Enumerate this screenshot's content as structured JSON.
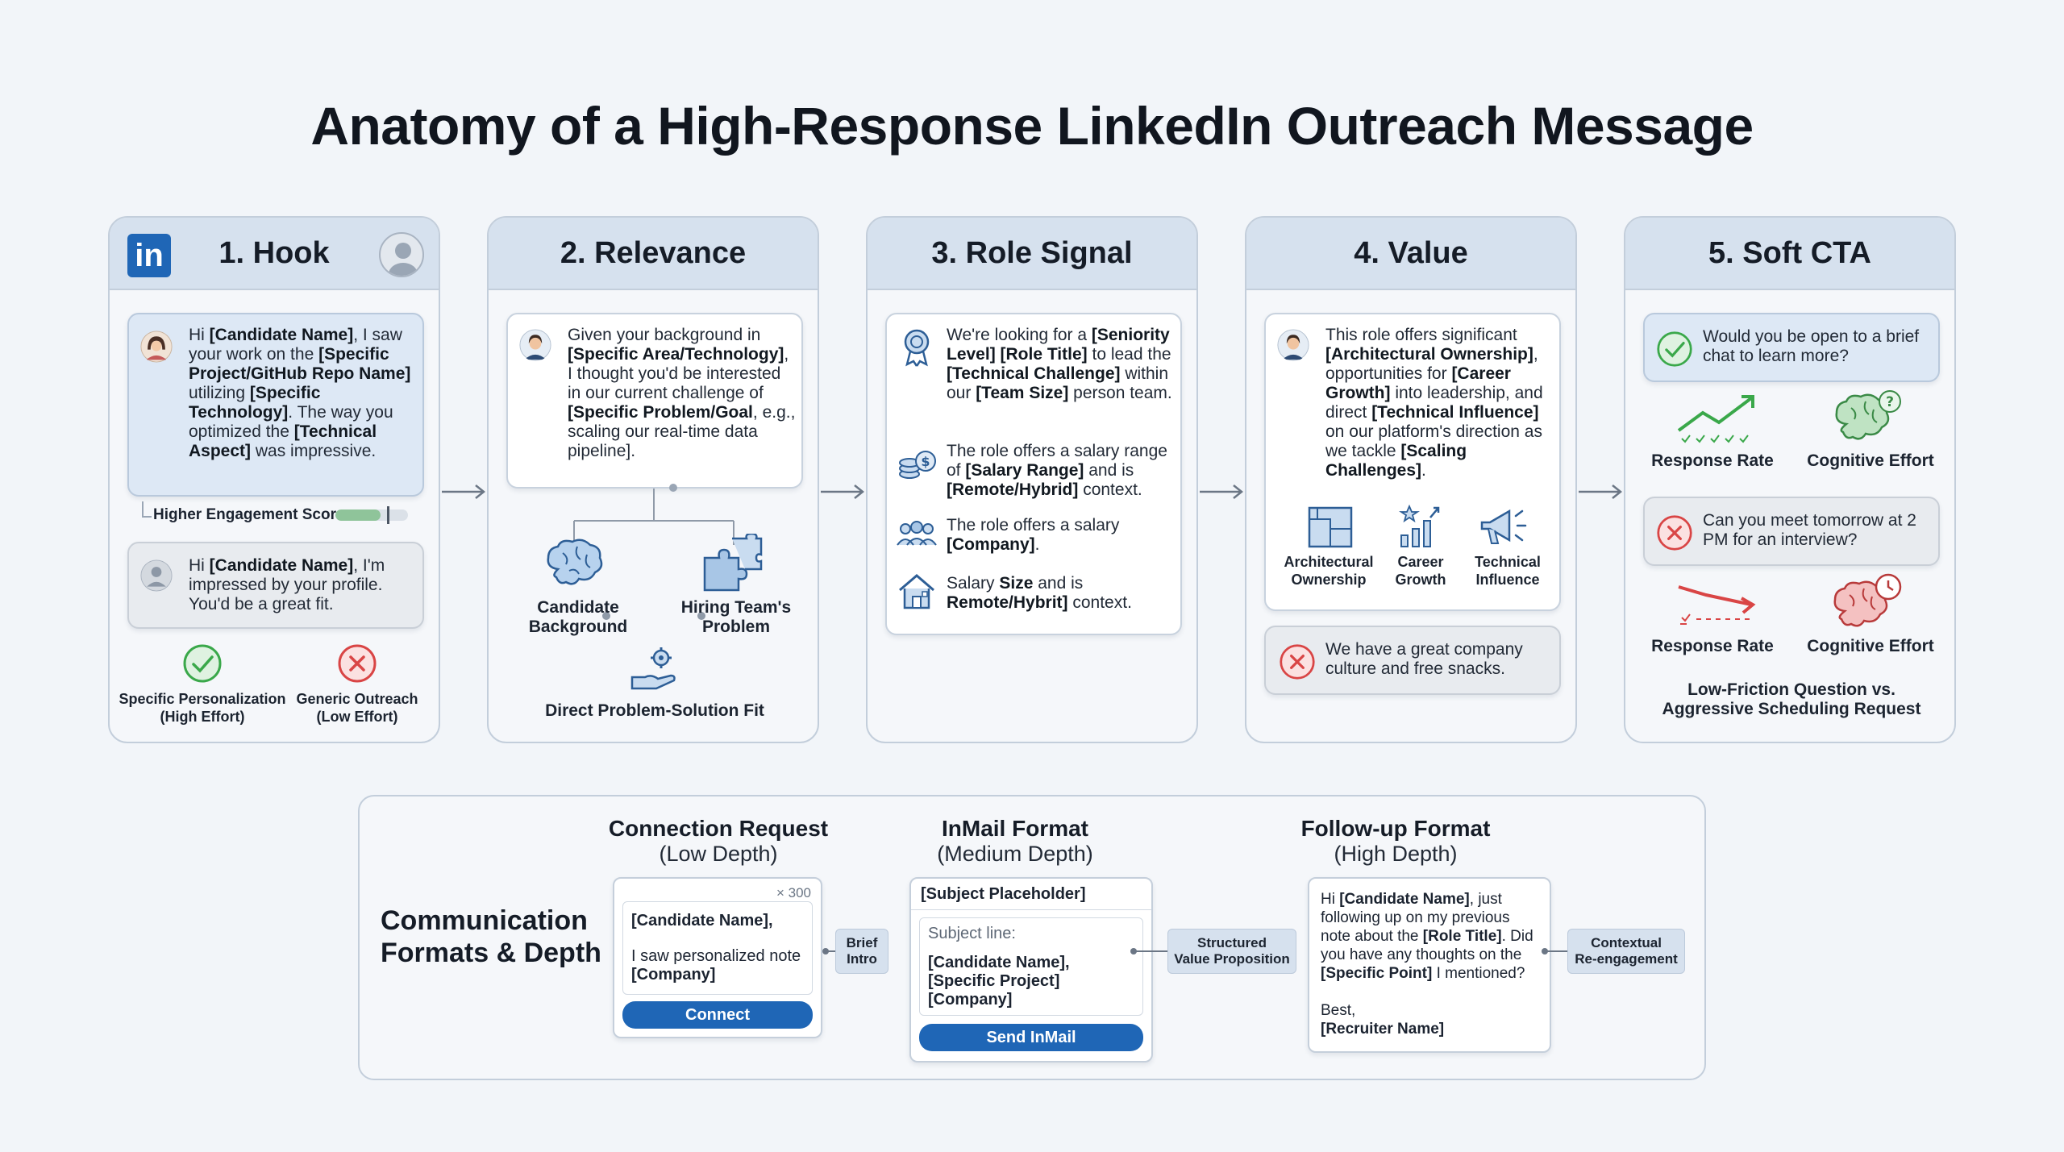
{
  "title": "Anatomy of a High-Response LinkedIn Outreach Message",
  "hook": {
    "heading": "1. Hook",
    "linkedin_logo": "in",
    "good_msg": [
      "Hi ",
      "[Candidate Name]",
      ", I saw your work on the ",
      "[Specific Project/GitHub Repo Name]",
      " utilizing ",
      "[Specific Technology]",
      ". The way you optimized the ",
      "[Technical Aspect]",
      " was impressive."
    ],
    "score_label": "Higher Engagement Score",
    "score_level": 0.62,
    "bad_msg": [
      "Hi ",
      "[Candidate Name]",
      ", I'm impressed by your profile. You'd be a great fit."
    ],
    "good_label": "Specific Personalization",
    "good_sub": "(High Effort)",
    "bad_label": "Generic Outreach",
    "bad_sub": "(Low Effort)"
  },
  "relevance": {
    "heading": "2. Relevance",
    "msg": [
      "Given your background in ",
      "[Specific Area/Technology]",
      ", I thought you'd be interested in our current challenge of ",
      "[Specific Problem/Goal",
      ", e.g., scaling our real-time data pipeline]."
    ],
    "left_label": "Candidate Background",
    "right_label": "Hiring Team's Problem",
    "bottom_label": "Direct Problem-Solution Fit"
  },
  "role": {
    "heading": "3. Role Signal",
    "items": [
      [
        "We're looking for a ",
        "[Seniority Level] [Role Title]",
        " to lead the ",
        "[Technical Challenge]",
        " within our ",
        "[Team Size]",
        " person team."
      ],
      [
        "The role offers a salary range of ",
        "[Salary Range]",
        " and is ",
        "[Remote/Hybrid]",
        " context."
      ],
      [
        "The role offers a salary ",
        "[Company]",
        "."
      ],
      [
        "Salary ",
        "Size",
        " and is ",
        "Remote/Hybrit]",
        " context."
      ]
    ]
  },
  "value": {
    "heading": "4. Value",
    "msg": [
      "This role offers significant ",
      "[Architectural Ownership]",
      ", opportunities for ",
      "[Career Growth]",
      " into leadership, and direct ",
      "[Technical Influence]",
      " on our platform's direction as we tackle ",
      "[Scaling Challenges]",
      "."
    ],
    "icons": [
      "Architectural Ownership",
      "Career Growth",
      "Technical Influence"
    ],
    "bad_msg": "We have a great company culture and free snacks."
  },
  "cta": {
    "heading": "5. Soft CTA",
    "good_msg": "Would you be open to a brief chat to learn more?",
    "bad_msg": "Can you meet tomorrow at 2 PM for an interview?",
    "response_rate": "Response Rate",
    "cognitive_effort": "Cognitive Effort",
    "caption_1": "Low-Friction Question vs.",
    "caption_2": "Aggressive Scheduling Request"
  },
  "formats": {
    "title_1": "Communication",
    "title_2": "Formats & Depth",
    "connection": {
      "title": "Connection Request",
      "sub": "(Low Depth)",
      "counter": "300",
      "name": "[Candidate Name],",
      "line": "I saw personalized note",
      "company": "[Company]",
      "button": "Connect",
      "tag_1": "Brief",
      "tag_2": "Intro"
    },
    "inmail": {
      "title": "InMail Format",
      "sub": "(Medium Depth)",
      "subject_placeholder": "[Subject Placeholder]",
      "subject_line": "Subject line:",
      "l1": "[Candidate Name],",
      "l2": "[Specific Project]",
      "l3": "[Company]",
      "button": "Send InMail",
      "tag_1": "Structured",
      "tag_2": "Value Proposition"
    },
    "followup": {
      "title": "Follow-up Format",
      "sub": "(High Depth)",
      "msg": [
        "Hi ",
        "[Candidate Name]",
        ", just following up on my previous note about the ",
        "[Role Title]",
        ". Did you have any thoughts on the ",
        "[Specific Point]",
        " I mentioned?"
      ],
      "sign_1": "Best,",
      "sign_2": "[Recruiter Name]",
      "tag_1": "Contextual",
      "tag_2": "Re-engagement"
    }
  },
  "colors": {
    "accent": "#1f66b6",
    "good": "#3aa84a",
    "bad": "#d94545",
    "panel_head": "#d6e1ee"
  }
}
